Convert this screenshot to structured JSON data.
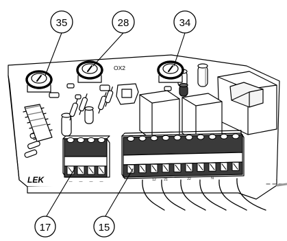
{
  "callouts": {
    "pot_left": "35",
    "pot_middle": "28",
    "pot_right": "34",
    "terminal_small": "17",
    "terminal_large": "15"
  },
  "board": {
    "marking": "OX2",
    "brand": "LEK"
  },
  "terminals": {
    "small_labels": [
      "—",
      "—",
      "—",
      "—"
    ],
    "large_labels": [
      "",
      "",
      "12",
      "21",
      "",
      "22",
      "",
      "N",
      "",
      ""
    ]
  },
  "colors": {
    "line": "#000000",
    "fill": "#ffffff",
    "shade": "#d9d9d9",
    "dark": "#3a3a3a",
    "pot_knurl": "#111111"
  }
}
